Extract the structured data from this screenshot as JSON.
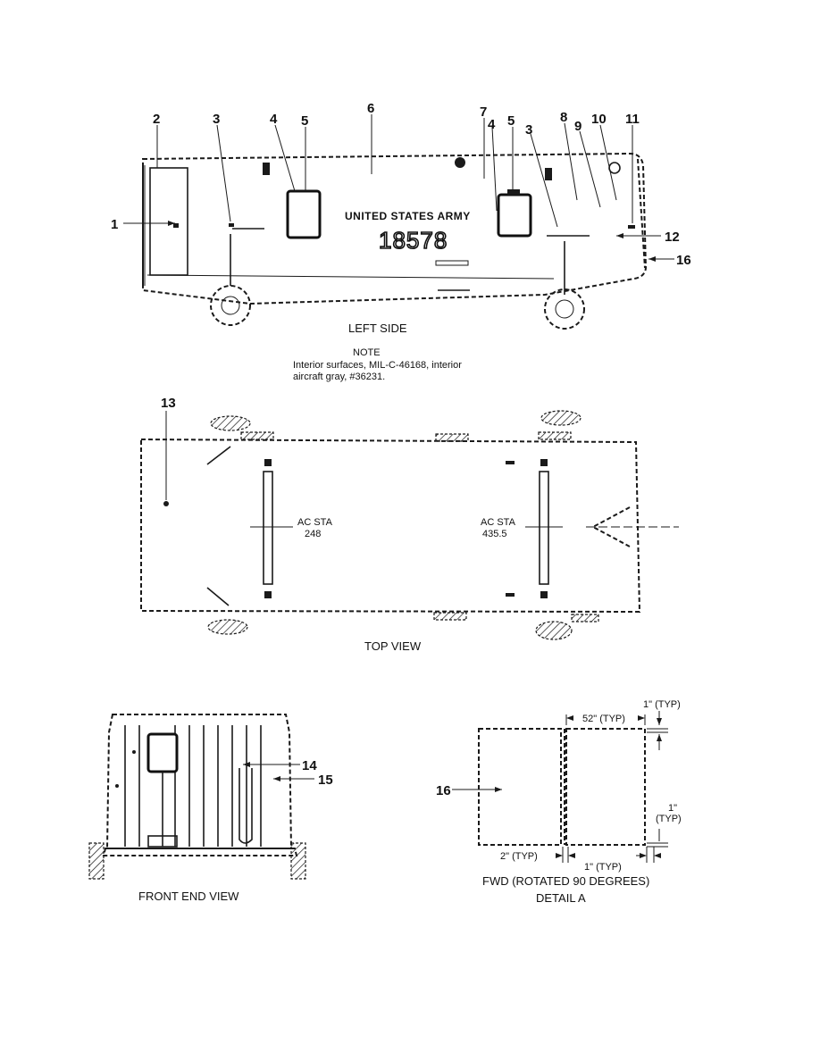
{
  "left_side": {
    "caption": "LEFT SIDE",
    "marking_text": "UNITED STATES ARMY",
    "marking_number": "18578",
    "callouts": [
      "1",
      "2",
      "3",
      "4",
      "5",
      "6",
      "7",
      "4",
      "5",
      "3",
      "8",
      "9",
      "10",
      "11",
      "12",
      "16"
    ]
  },
  "note": {
    "title": "NOTE",
    "line1": "Interior surfaces, MIL-C-46168, interior",
    "line2": "aircraft gray, #36231."
  },
  "top_view": {
    "caption": "TOP VIEW",
    "callout_13": "13",
    "station1_label": "AC STA",
    "station1_value": "248",
    "station2_label": "AC STA",
    "station2_value": "435.5"
  },
  "front_view": {
    "caption": "FRONT END VIEW",
    "callout_14": "14",
    "callout_15": "15"
  },
  "detail_a": {
    "caption_line1": "FWD (ROTATED 90 DEGREES)",
    "caption_line2": "DETAIL A",
    "callout_16": "16",
    "dim_52": "52\" (TYP)",
    "dim_1_top": "1\" (TYP)",
    "dim_1_right_a": "1\"",
    "dim_1_right_b": "(TYP)",
    "dim_2": "2\" (TYP)",
    "dim_1_bottom": "1\" (TYP)"
  }
}
